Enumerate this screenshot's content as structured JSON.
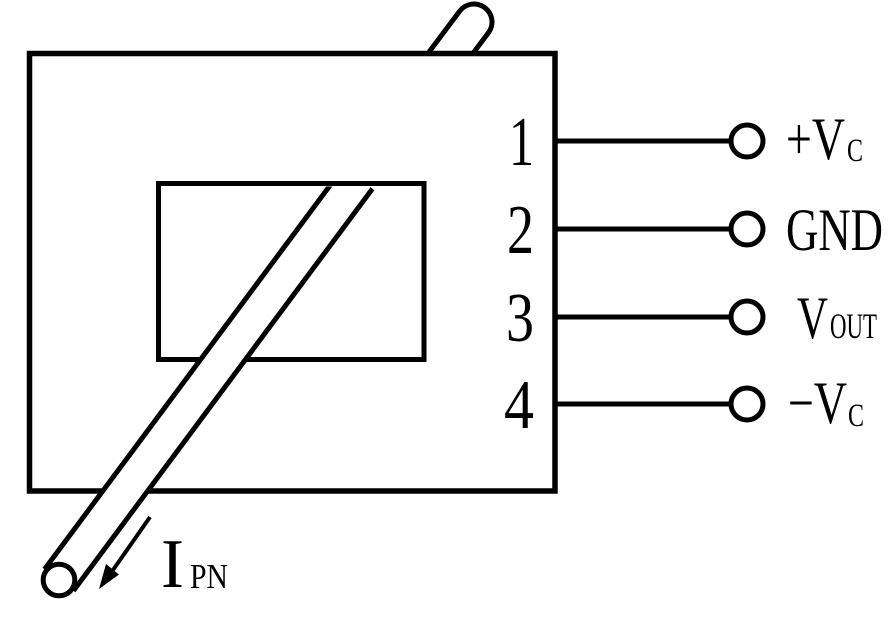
{
  "diagram_title": "",
  "pins": [
    {
      "number": "1",
      "label_main": "+V",
      "label_sub": "C"
    },
    {
      "number": "2",
      "label_main": "GND",
      "label_sub": ""
    },
    {
      "number": "3",
      "label_main": "V",
      "label_sub": "OUT"
    },
    {
      "number": "4",
      "label_main": "−V",
      "label_sub": "C"
    }
  ],
  "current_label": {
    "main": "I",
    "sub": "PN"
  },
  "icons": {
    "terminal_circle": "open-circle-terminal",
    "conductor_end": "open-circle-wire-end",
    "current_arrow": "arrow-down-left"
  },
  "colors": {
    "line": "#000000",
    "background": "#ffffff"
  }
}
